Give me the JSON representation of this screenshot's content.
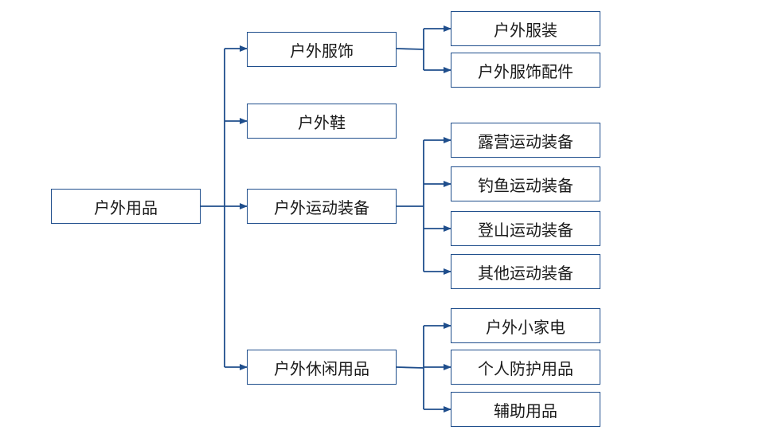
{
  "colors": {
    "line": "#1f4e8c",
    "box_border": "#1f4e8c",
    "text": "#1a1a1a"
  },
  "root": {
    "label": "户外用品"
  },
  "categories": [
    {
      "label": "户外服饰",
      "children": [
        "户外服装",
        "户外服饰配件"
      ]
    },
    {
      "label": "户外鞋",
      "children": []
    },
    {
      "label": "户外运动装备",
      "children": [
        "露营运动装备",
        "钓鱼运动装备",
        "登山运动装备",
        "其他运动装备"
      ]
    },
    {
      "label": "户外休闲用品",
      "children": [
        "户外小家电",
        "个人防护用品",
        "辅助用品"
      ]
    }
  ]
}
